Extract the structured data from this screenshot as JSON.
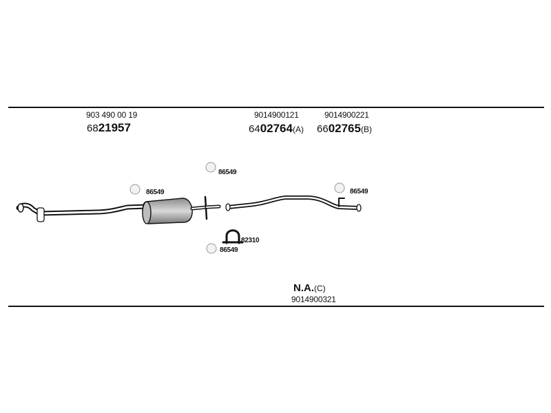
{
  "header": {
    "rear_section": {
      "oe_number": "903 490 00 19",
      "part_prefix": "68",
      "part_main": "21957",
      "part_suffix": ""
    },
    "middle_section": {
      "oe_number": "9014900121",
      "part_prefix": "64",
      "part_main": "02764",
      "part_suffix": "(A)"
    },
    "front_section": {
      "oe_number": "9014900221",
      "part_prefix": "66",
      "part_main": "02765",
      "part_suffix": "(B)"
    }
  },
  "components": {
    "rubber_mount_a": {
      "icon": "rubber-mount-icon",
      "number": "86549"
    },
    "rubber_mount_b": {
      "icon": "rubber-mount-icon",
      "number": "86549"
    },
    "rubber_mount_c": {
      "icon": "rubber-mount-icon",
      "number": "86549"
    },
    "rubber_mount_d": {
      "icon": "rubber-mount-icon",
      "number": "86549"
    },
    "clamp": {
      "icon": "u-clamp-icon",
      "number": "82310"
    }
  },
  "footer": {
    "na_main": "N.A.",
    "na_suffix": "(C)",
    "oe_number": "9014900321"
  },
  "colors": {
    "line": "#111111",
    "muffler_light": "#d9d9d9",
    "muffler_dark": "#8a8a8a"
  }
}
